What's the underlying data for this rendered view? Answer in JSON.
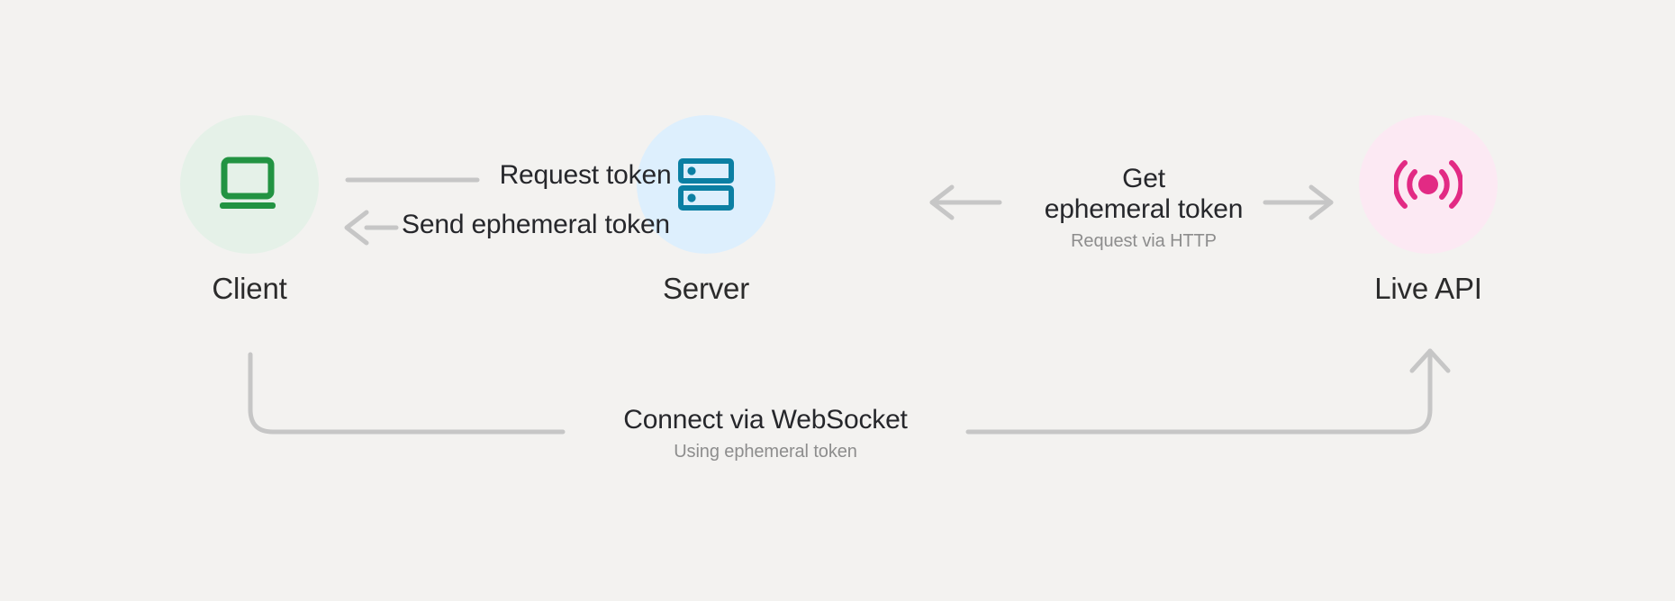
{
  "diagram": {
    "background_color": "#f3f2f0",
    "nodes": [
      {
        "id": "client",
        "label": "Client",
        "icon": "laptop-icon",
        "bubble_color": "#e5f1e8",
        "accent_color": "#229342"
      },
      {
        "id": "server",
        "label": "Server",
        "icon": "server-rack-icon",
        "bubble_color": "#ddeffd",
        "accent_color": "#0b7fa3"
      },
      {
        "id": "live-api",
        "label": "Live API",
        "icon": "broadcast-signal-icon",
        "bubble_color": "#fce9f3",
        "accent_color": "#e22a84"
      }
    ],
    "edges": [
      {
        "id": "request-token",
        "title": "Request token",
        "subtitle": "",
        "direction": "client-to-server"
      },
      {
        "id": "send-ephemeral-token",
        "title": "Send ephemeral token",
        "subtitle": "",
        "direction": "server-to-client"
      },
      {
        "id": "get-ephemeral-token",
        "title_line_1": "Get",
        "title_line_2": "ephemeral token",
        "subtitle": "Request via HTTP",
        "direction": "server-to-live-api"
      },
      {
        "id": "connect-websocket",
        "title": "Connect via WebSocket",
        "subtitle": "Using ephemeral token",
        "direction": "client-to-live-api"
      }
    ],
    "connector_color": "#c6c6c6"
  }
}
